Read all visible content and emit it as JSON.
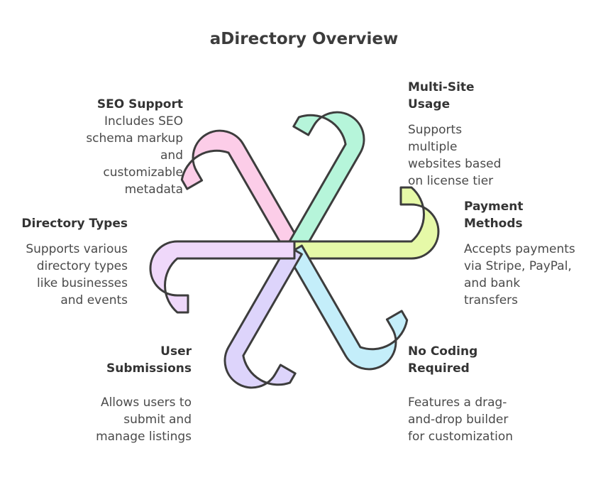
{
  "title": "aDirectory Overview",
  "features": [
    {
      "id": "seo",
      "title": "SEO Support",
      "desc": "Includes SEO\nschema markup\nand\ncustomizable\nmetadata",
      "color": "#fccde8"
    },
    {
      "id": "multisite",
      "title": "Multi-Site\nUsage",
      "desc": "Supports\nmultiple\nwebsites based\non license tier",
      "color": "#b6f5da"
    },
    {
      "id": "payment",
      "title": "Payment\nMethods",
      "desc": "Accepts payments\nvia Stripe, PayPal,\nand bank\ntransfers",
      "color": "#e6f9a8"
    },
    {
      "id": "nocoding",
      "title": "No Coding\nRequired",
      "desc": "Features a drag-\nand-drop builder\nfor customization",
      "color": "#c4eefa"
    },
    {
      "id": "submissions",
      "title": "User\nSubmissions",
      "desc": "Allows users to\nsubmit and\nmanage listings",
      "color": "#ddd4fb"
    },
    {
      "id": "directory",
      "title": "Directory Types",
      "desc": "Supports various\ndirectory types\nlike businesses\nand events",
      "color": "#efd8fa"
    }
  ]
}
